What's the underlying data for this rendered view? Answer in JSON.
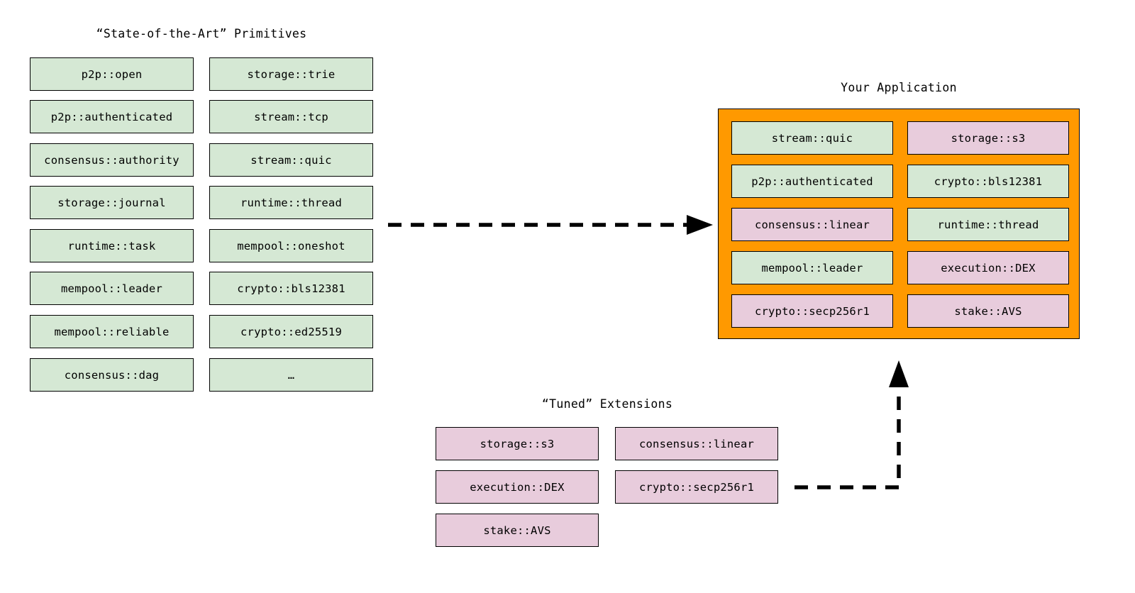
{
  "diagram": {
    "title_sota": "“State-of-the-Art” Primitives",
    "title_app": "Your Application",
    "title_tuned": "“Tuned” Extensions",
    "colors": {
      "primitive_fill": "#d5e8d4",
      "extension_fill": "#e8ccdc",
      "application_border": "#ff9900",
      "stroke": "#000000",
      "background": "#ffffff"
    }
  },
  "sota": {
    "column1": [
      {
        "label": "p2p::open",
        "kind": "primitive"
      },
      {
        "label": "p2p::authenticated",
        "kind": "primitive"
      },
      {
        "label": "consensus::authority",
        "kind": "primitive"
      },
      {
        "label": "storage::journal",
        "kind": "primitive"
      },
      {
        "label": "runtime::task",
        "kind": "primitive"
      },
      {
        "label": "mempool::leader",
        "kind": "primitive"
      },
      {
        "label": "mempool::reliable",
        "kind": "primitive"
      },
      {
        "label": "consensus::dag",
        "kind": "primitive"
      }
    ],
    "column2": [
      {
        "label": "storage::trie",
        "kind": "primitive"
      },
      {
        "label": "stream::tcp",
        "kind": "primitive"
      },
      {
        "label": "stream::quic",
        "kind": "primitive"
      },
      {
        "label": "runtime::thread",
        "kind": "primitive"
      },
      {
        "label": "mempool::oneshot",
        "kind": "primitive"
      },
      {
        "label": "crypto::bls12381",
        "kind": "primitive"
      },
      {
        "label": "crypto::ed25519",
        "kind": "primitive"
      },
      {
        "label": "…",
        "kind": "primitive"
      }
    ]
  },
  "application": {
    "column1": [
      {
        "label": "stream::quic",
        "kind": "primitive"
      },
      {
        "label": "p2p::authenticated",
        "kind": "primitive"
      },
      {
        "label": "consensus::linear",
        "kind": "extension"
      },
      {
        "label": "mempool::leader",
        "kind": "primitive"
      },
      {
        "label": "crypto::secp256r1",
        "kind": "extension"
      }
    ],
    "column2": [
      {
        "label": "storage::s3",
        "kind": "extension"
      },
      {
        "label": "crypto::bls12381",
        "kind": "primitive"
      },
      {
        "label": "runtime::thread",
        "kind": "primitive"
      },
      {
        "label": "execution::DEX",
        "kind": "extension"
      },
      {
        "label": "stake::AVS",
        "kind": "extension"
      }
    ]
  },
  "tuned": {
    "column1": [
      {
        "label": "storage::s3",
        "kind": "extension"
      },
      {
        "label": "execution::DEX",
        "kind": "extension"
      },
      {
        "label": "stake::AVS",
        "kind": "extension"
      }
    ],
    "column2": [
      {
        "label": "consensus::linear",
        "kind": "extension"
      },
      {
        "label": "crypto::secp256r1",
        "kind": "extension"
      }
    ]
  },
  "arrows": [
    {
      "name": "primitives-to-application",
      "style": "dashed",
      "direction": "right"
    },
    {
      "name": "extensions-to-application",
      "style": "dashed",
      "direction": "up"
    }
  ]
}
